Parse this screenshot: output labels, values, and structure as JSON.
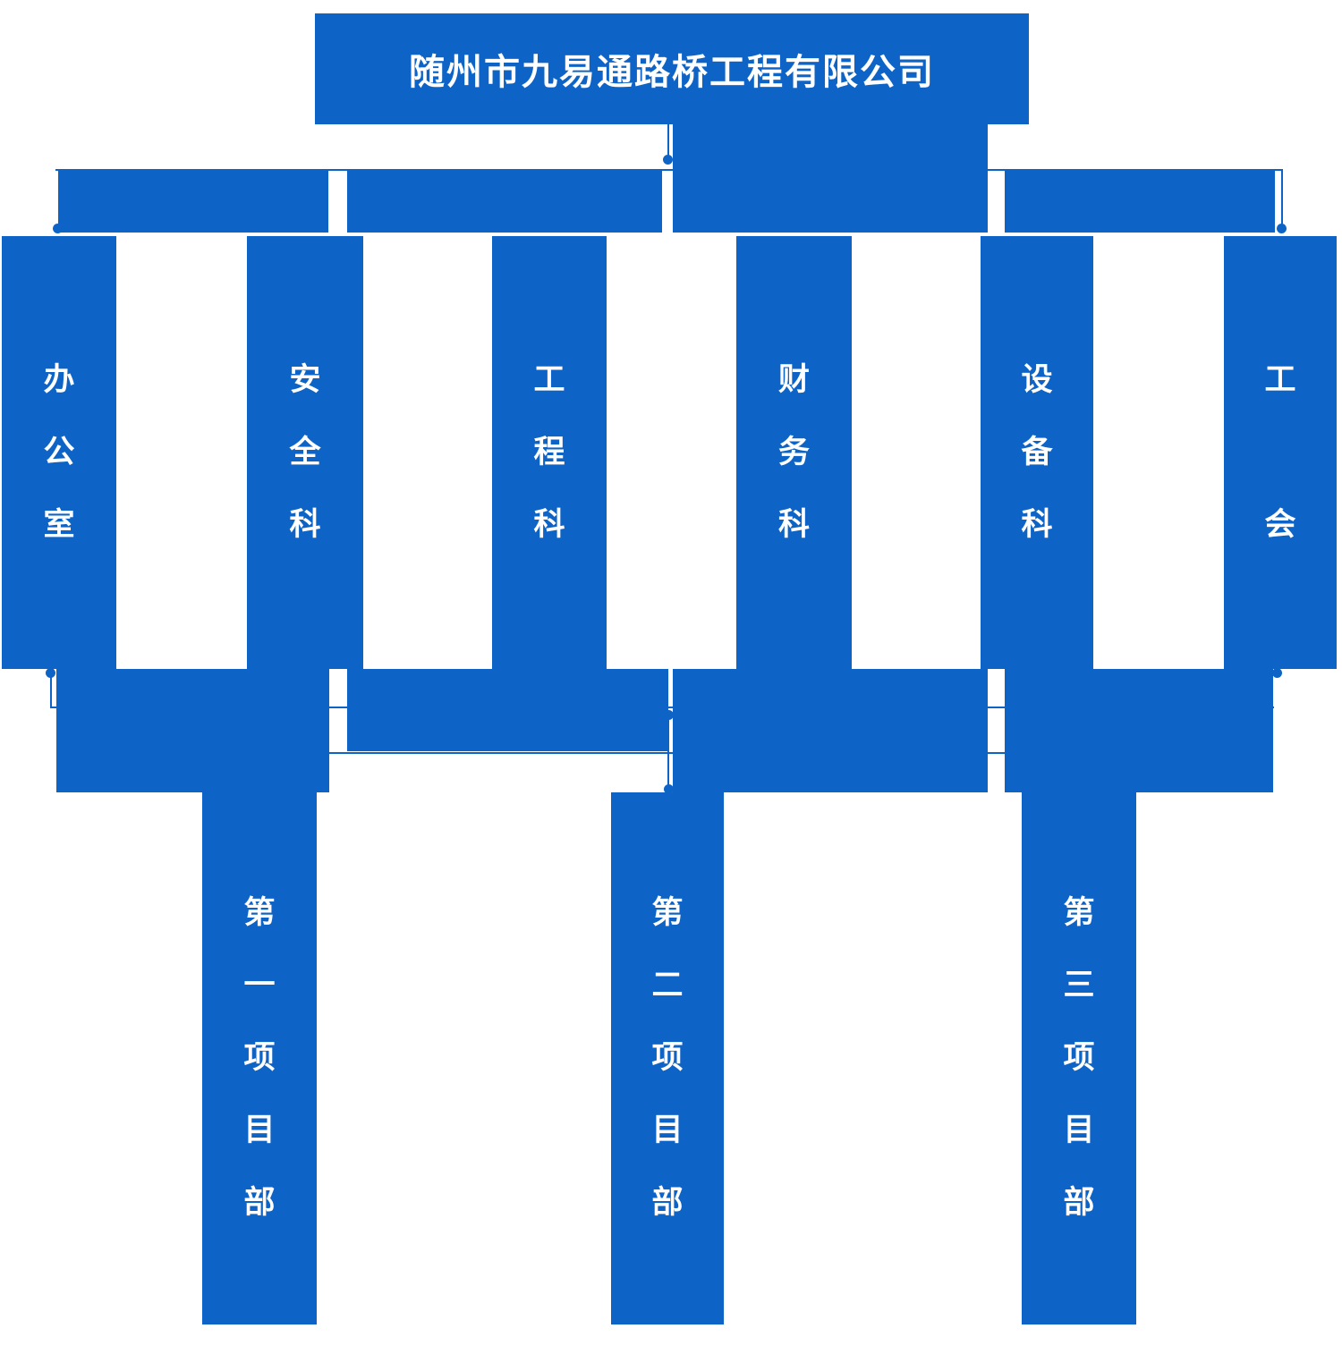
{
  "colors": {
    "primary_blue": "#0E64C6",
    "text_white": "#FFFFFF",
    "background": "#FFFFFF"
  },
  "org_chart": {
    "company": "随州市九易通路桥工程有限公司",
    "departments": [
      {
        "name": "办公室",
        "display": "办\n公\n室"
      },
      {
        "name": "安全科",
        "display": "安\n全\n科"
      },
      {
        "name": "工程科",
        "display": "工\n程\n科"
      },
      {
        "name": "财务科",
        "display": "财\n务\n科"
      },
      {
        "name": "设备科",
        "display": "设\n备\n科"
      },
      {
        "name": "工会",
        "display": "工\n\n会"
      }
    ],
    "project_departments": [
      {
        "name": "第一项目部",
        "display": "第\n一\n项\n目\n部"
      },
      {
        "name": "第二项目部",
        "display": "第\n二\n项\n目\n部"
      },
      {
        "name": "第三项目部",
        "display": "第\n三\n项\n目\n部"
      }
    ]
  }
}
